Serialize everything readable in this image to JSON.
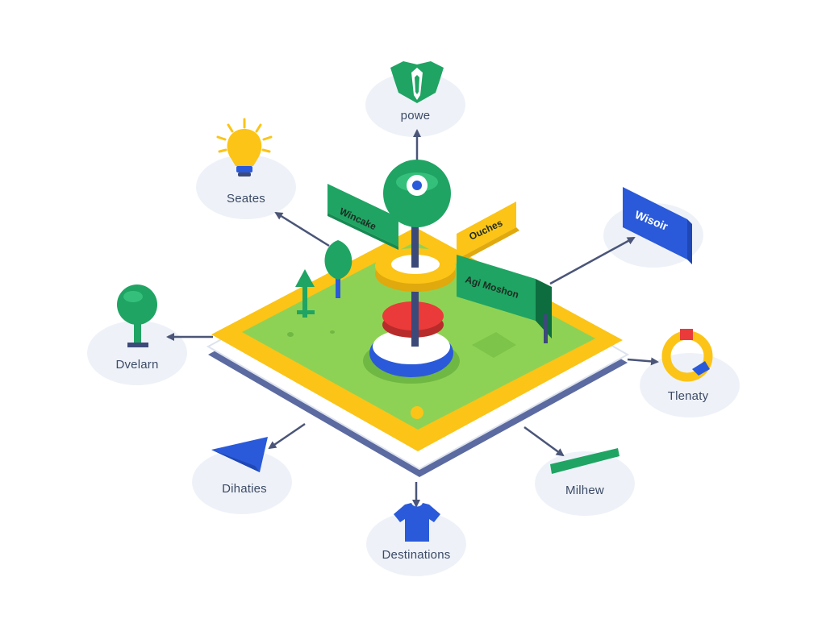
{
  "nodes": {
    "top": {
      "label": "powe",
      "icon": "shield-icon"
    },
    "top_left": {
      "label": "Seates",
      "icon": "lightbulb-icon"
    },
    "left": {
      "label": "Dvelarn",
      "icon": "tree-icon"
    },
    "bottom_left": {
      "label": "Dihaties",
      "icon": "triangle-flag-icon"
    },
    "bottom": {
      "label": "Destinations",
      "icon": "tshirt-icon"
    },
    "bottom_right": {
      "label": "Milhew",
      "icon": "check-stroke-icon"
    },
    "right": {
      "label": "Tlenaty",
      "icon": "ring-icon"
    },
    "top_right": {
      "label": "Wisoir",
      "icon": "blue-panel-icon"
    }
  },
  "signs": {
    "green_left": "Wincake",
    "yellow": "Ouches",
    "green_right": "Agi Moshon"
  },
  "colors": {
    "green": "#1fa463",
    "yellow": "#fbc417",
    "blue": "#2a5ad9",
    "red": "#ea3a3a",
    "grass": "#8ed255",
    "arrow": "#4a5578",
    "bubble": "#eef2f8"
  }
}
